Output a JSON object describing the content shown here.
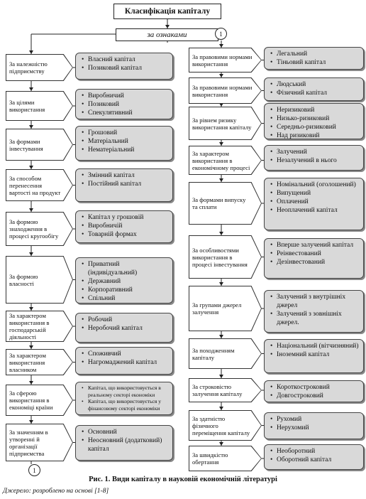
{
  "title": "Класифікація капіталу",
  "subtitle": "за ознаками",
  "connector": "1",
  "caption": "Рис. 1. Види капіталу в науковій економічній літературі",
  "source": "Джерело: розроблено на основі [1-8]",
  "left": [
    {
      "criterion": "За належністю підприємству",
      "options": [
        "Власний капітал",
        "Позиковий капітал"
      ]
    },
    {
      "criterion": "За цілями використання",
      "options": [
        "Виробничий",
        "Позиковий",
        "Спекулятивний"
      ]
    },
    {
      "criterion": "За формами інвестування",
      "options": [
        "Грошовий",
        "Матеріальний",
        "Нематеріальний"
      ]
    },
    {
      "criterion": "За способом перенесення вартості на продукт",
      "options": [
        "Змінний капітал",
        "Постійний капітал"
      ]
    },
    {
      "criterion": "За формою знаходження в процесі кругообігу",
      "options": [
        "Капітал у грошовій",
        "Виробничій",
        "Товарній формах"
      ]
    },
    {
      "criterion": "За формою власності",
      "options": [
        "Приватний (індивідуальний)",
        "Державний",
        "Корпоративний",
        "Спільний"
      ]
    },
    {
      "criterion": "За характером використання в господарській діяльності",
      "options": [
        "Робочий",
        "Неробочий капітал"
      ]
    },
    {
      "criterion": "За характером використання власником",
      "options": [
        "Споживчий",
        "Нагромаджений капітал"
      ]
    },
    {
      "criterion": "За сферою використання в економіці країни",
      "options": [
        "Капітал, що використовується в реальному секторі економіки",
        "Капітал, що використовується у фінансовому секторі економіки"
      ]
    },
    {
      "criterion": "За значенням в утворенні й організації підприємства",
      "options": [
        "Основний",
        "Неосновний (додатковий) капітал"
      ]
    }
  ],
  "right": [
    {
      "criterion": "За правовими нормами використання",
      "options": [
        "Легальний",
        "Тіньовий капітал"
      ]
    },
    {
      "criterion": "За правовими нормами використання",
      "options": [
        "Людський",
        "Фізичний капітал"
      ]
    },
    {
      "criterion": "За рівнем ризику використання капіталу",
      "options": [
        "Неризиковий",
        "Низько-ризиковий",
        "Середньо-ризиковий",
        "Над ризиковий"
      ]
    },
    {
      "criterion": "За характером використання в економічному процесі",
      "options": [
        "Залучений",
        "Незалучений в нього"
      ]
    },
    {
      "criterion": "За формами випуску та сплати",
      "options": [
        "Номінальний (оголошений)",
        "Випущений",
        "Оплачений",
        "Неоплачений капітал"
      ]
    },
    {
      "criterion": "За особливостями використання в процесі інвестування",
      "options": [
        "Вперше залучений капітал",
        "Реінвестований",
        "Дезінвестований"
      ]
    },
    {
      "criterion": "За групами джерел залучення",
      "options": [
        "Залучений з внутрішніх джерел",
        "Залучений з зовнішніх джерел."
      ]
    },
    {
      "criterion": "За походженням капіталу",
      "options": [
        "Національний (вітчизняний)",
        "Іноземний капітал"
      ]
    },
    {
      "criterion": "За строковістю залучення капіталу",
      "options": [
        "Короткостроковий",
        "Довгостроковий"
      ]
    },
    {
      "criterion": "За здатністю фізичного переміщення капіталу",
      "options": [
        "Рухомий",
        "Нерухомий"
      ]
    },
    {
      "criterion": "За швидкістю обертання",
      "options": [
        "Необоротний",
        "Оборотний капітал"
      ]
    }
  ]
}
